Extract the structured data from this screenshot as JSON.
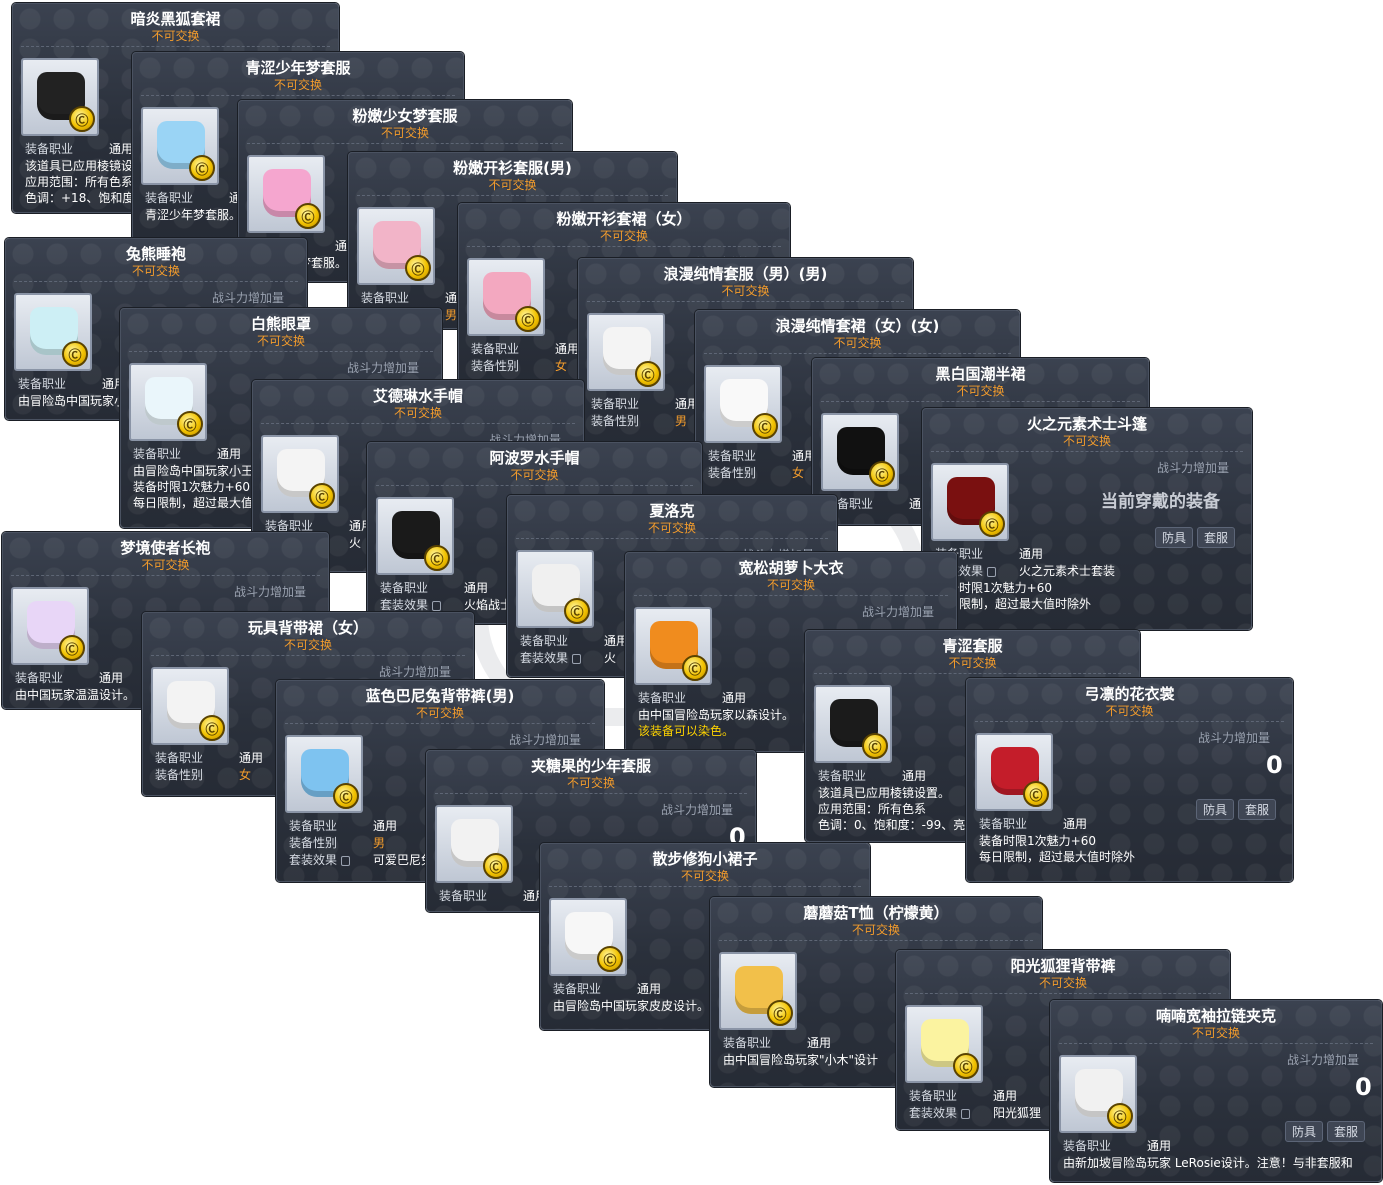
{
  "common": {
    "job_label": "装备职业",
    "job_value": "通用",
    "gender_label": "装备性别",
    "power_label": "战斗力增加量",
    "set_label": "套装效果",
    "untradeable": "不可交换"
  },
  "tooltips": [
    {
      "title": "暗炎黑狐套裙",
      "art": "#222222",
      "desc": [
        "该道具已应用棱镜设",
        "应用范围：所有色系",
        "色调：+18、饱和度"
      ]
    },
    {
      "title": "青涩少年梦套服",
      "art": "#9ad4f5",
      "desc": [
        "青涩少年梦套服。"
      ]
    },
    {
      "title": "粉嫩少女梦套服",
      "art": "#f5a6cf",
      "desc": [
        "粉嫩少女梦套服。"
      ]
    },
    {
      "title": "粉嫩开衫套服(男)",
      "art": "#f2b4c8",
      "gender": "男"
    },
    {
      "title": "粉嫩开衫套裙（女）",
      "art": "#f3a8c0",
      "gender": "女"
    },
    {
      "title": "浪漫纯情套服（男）(男)",
      "art": "#f4f4f4",
      "gender": "男"
    },
    {
      "title": "浪漫纯情套裙（女）(女)",
      "art": "#f9f9f9",
      "gender": "女"
    },
    {
      "title": "黑白国潮半裙",
      "art": "#111111"
    },
    {
      "title": "火之元素术士斗篷",
      "art": "#7a1010",
      "current": "当前穿戴的装备",
      "btn1": "防具",
      "btn2": "套服",
      "set_value": "火之元素术士套装",
      "desc": [
        "装备时限1次魅力+60",
        "每日限制，超过最大值时除外"
      ]
    },
    {
      "title": "兔熊睡袍",
      "art": "#cdeff5",
      "desc": [
        "由冒险岛中国玩家小"
      ]
    },
    {
      "title": "白熊眼罩",
      "art": "#eaf6fb",
      "desc": [
        "由冒险岛中国玩家小王",
        "装备时限1次魅力+60",
        "每日限制，超过最大值"
      ]
    },
    {
      "title": "艾德琳水手帽",
      "art": "#f4f4f4",
      "set_value": "火"
    },
    {
      "title": "阿波罗水手帽",
      "art": "#1a1a1a",
      "set_value": "火焰战士"
    },
    {
      "title": "夏洛克",
      "art": "#f0f0f0",
      "set_value": "火"
    },
    {
      "title": "宽松胡萝卜大衣",
      "art": "#f08c1e",
      "desc": [
        "由中国冒险岛玩家以森设计。"
      ],
      "desc_yellow": "该装备可以染色。"
    },
    {
      "title": "梦境使者长袍",
      "art": "#e8d6f7",
      "desc": [
        "由中国玩家温温设计。"
      ]
    },
    {
      "title": "玩具背带裙（女）",
      "art": "#f3f3f3",
      "gender": "女"
    },
    {
      "title": "蓝色巴尼兔背带裤(男)",
      "art": "#7ec3f0",
      "gender": "男",
      "set_value": "可爱巴尼兔"
    },
    {
      "title": "夹糖果的少年套服",
      "art": "#f2f2f2",
      "zero": "0"
    },
    {
      "title": "散步修狗小裙子",
      "art": "#f7f7f7",
      "desc": [
        "由冒险岛中国玩家皮皮设计。"
      ]
    },
    {
      "title": "青涩套服",
      "art": "#1b1b1b",
      "desc": [
        "该道具已应用棱镜设置。",
        "应用范围：所有色系",
        "色调：0、饱和度：-99、亮"
      ]
    },
    {
      "title": "弓凛的花衣裳",
      "art": "#c41d2a",
      "zero": "0",
      "btn1": "防具",
      "btn2": "套服",
      "desc": [
        "装备时限1次魅力+60",
        "每日限制，超过最大值时除外"
      ]
    },
    {
      "title": "蘑蘑菇T恤（柠檬黄）",
      "art": "#f2c04a",
      "desc": [
        "由中国冒险岛玩家\"小木\"设计"
      ]
    },
    {
      "title": "阳光狐狸背带裤",
      "art": "#fbf3a0",
      "set_value": "阳光狐狸"
    },
    {
      "title": "喃喃宽袖拉链夹克",
      "art": "#f1f1f1",
      "zero": "0",
      "btn1": "防具",
      "btn2": "套服",
      "desc": [
        "由新加坡冒险岛玩家 LeRosie设计。注意！与非套服和"
      ]
    }
  ]
}
